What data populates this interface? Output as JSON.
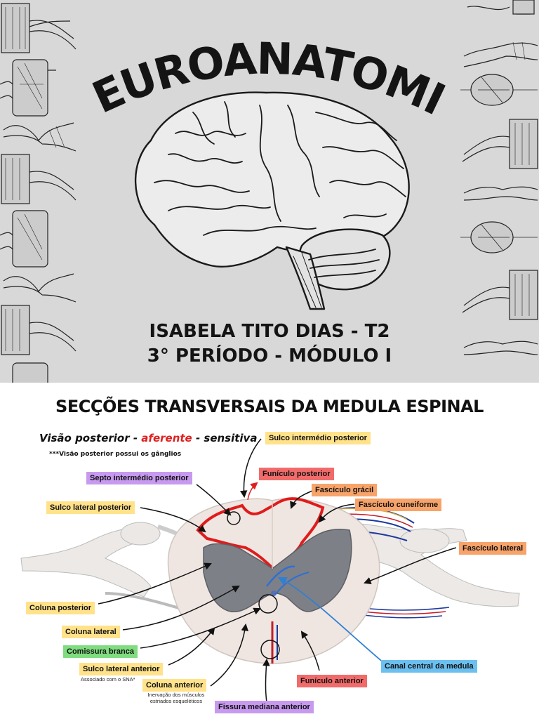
{
  "cover": {
    "title": "NEUROANATOMIA",
    "author": "ISABELA TITO DIAS - T2",
    "period": "3° PERÍODO - MÓDULO I",
    "colors": {
      "background": "#d8d8d8",
      "ink": "#141414"
    },
    "icons": [
      "brain-illustration",
      "spinal-cord-engravings"
    ]
  },
  "section": {
    "title": "SECÇÕES TRANSVERSAIS DA MEDULA ESPINAL",
    "view": {
      "prefix": "Visão posterior - ",
      "emphasis": "aferente",
      "suffix": " - sensitiva"
    },
    "note": "***Visão posterior possui os gânglios",
    "labels": {
      "sulco_intermedio_posterior": "Sulco intermédio posterior",
      "funiculo_posterior": "Funículo posterior",
      "septo_intermedio_posterior": "Septo intermédio posterior",
      "fasciculo_gracil": "Fascículo grácil",
      "sulco_lateral_posterior": "Sulco lateral posterior",
      "fasciculo_cuneiforme": "Fascículo cuneiforme",
      "fasciculo_lateral": "Fascículo lateral",
      "coluna_posterior": "Coluna posterior",
      "coluna_lateral": "Coluna lateral",
      "comissura_branca": "Comissura branca",
      "sulco_lateral_anterior": "Sulco lateral anterior",
      "sulco_lateral_anterior_note": "Associado com o SNA*",
      "coluna_anterior": "Coluna anterior",
      "coluna_anterior_note_1": "Inervação dos músculos",
      "coluna_anterior_note_2": "estriados esqueléticos",
      "funiculo_anterior": "Funículo anterior",
      "canal_central": "Canal central da medula",
      "fissura_mediana_anterior": "Fissura mediana anterior"
    },
    "colors": {
      "yellow": "#ffe28a",
      "red": "#f26b6b",
      "orange": "#f7a36a",
      "purple": "#c79af0",
      "green": "#7fdc7f",
      "blue": "#6cc0f0",
      "highlight_red": "#e02020",
      "grey_matter": "#7d8086",
      "white_matter": "#efe6e2"
    }
  }
}
